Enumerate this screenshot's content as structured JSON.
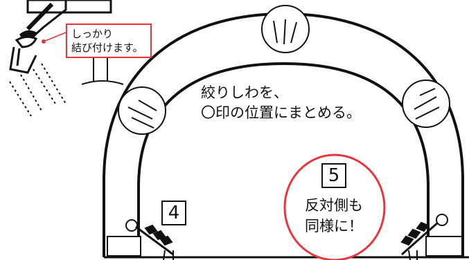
{
  "callout": {
    "line1": "しっかり",
    "line2": "結び付けます。"
  },
  "instruction": {
    "line1": "絞りしわを、",
    "line2": "〇印の位置にまとめる。"
  },
  "steps": {
    "left": "4",
    "right": "5"
  },
  "note": {
    "line1": "反対側も",
    "line2": "同様に！"
  },
  "colors": {
    "accent": "#e8343a",
    "line": "#111111"
  }
}
